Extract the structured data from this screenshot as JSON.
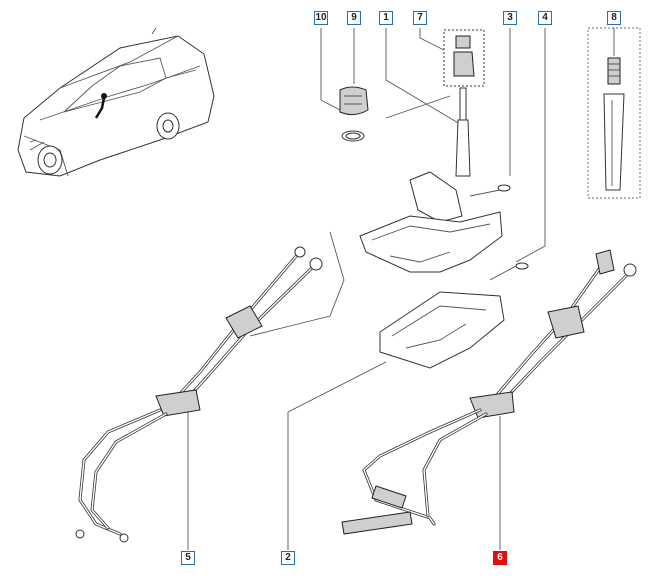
{
  "callouts": [
    {
      "id": "c10",
      "label": "10",
      "highlight": false
    },
    {
      "id": "c9",
      "label": "9",
      "highlight": false
    },
    {
      "id": "c1",
      "label": "1",
      "highlight": false
    },
    {
      "id": "c7",
      "label": "7",
      "highlight": false
    },
    {
      "id": "c3",
      "label": "3",
      "highlight": false
    },
    {
      "id": "c4",
      "label": "4",
      "highlight": false
    },
    {
      "id": "c8",
      "label": "8",
      "highlight": false
    },
    {
      "id": "c5",
      "label": "5",
      "highlight": false
    },
    {
      "id": "c2",
      "label": "2",
      "highlight": false
    },
    {
      "id": "c6",
      "label": "6",
      "highlight": true
    }
  ],
  "colors": {
    "callout_border": "#2e6fb3",
    "highlight": "#e01010",
    "line": "#333333"
  }
}
